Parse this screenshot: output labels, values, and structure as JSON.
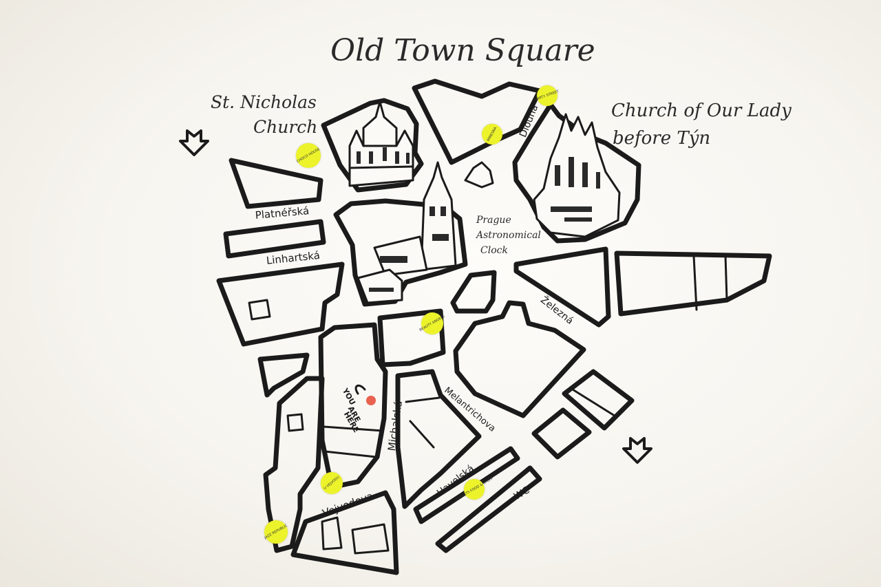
{
  "map": {
    "title": "Old Town Square",
    "landmarks": {
      "st_nicholas_line1": "St. Nicholas",
      "st_nicholas_line2": "Church",
      "tyn_line1": "Church of Our Lady",
      "tyn_line2": "before Týn",
      "clock_line1": "Prague",
      "clock_line2": "Astronomical",
      "clock_line3": "Clock"
    },
    "streets": {
      "platnerska": "Platnéřská",
      "linhartska": "Linhartská",
      "dlouha": "Dlouhá",
      "zelezna": "Železná",
      "melantrichova": "Melantrichova",
      "michalska": "Michalská",
      "havelska": "Havelská",
      "vejvodova": "Vejvodova",
      "wc": "WC"
    },
    "you_are_here": {
      "line1": "YOU",
      "line2": "ARE",
      "line3": "HERE",
      "dot_color": "#e8624f"
    },
    "markers": {
      "color": "#ecf32b",
      "party_street": "PARTY STREET",
      "minesnam": "MINESNA",
      "chocolate": "CHOCO HOUSE",
      "beauty_angels": "BEAUTY ANGELS",
      "u_vejvodu": "U VEJVODU",
      "markets": "MARKETS FOOD & STUFF",
      "jazz": "JAZZ REPUBLIC"
    }
  }
}
